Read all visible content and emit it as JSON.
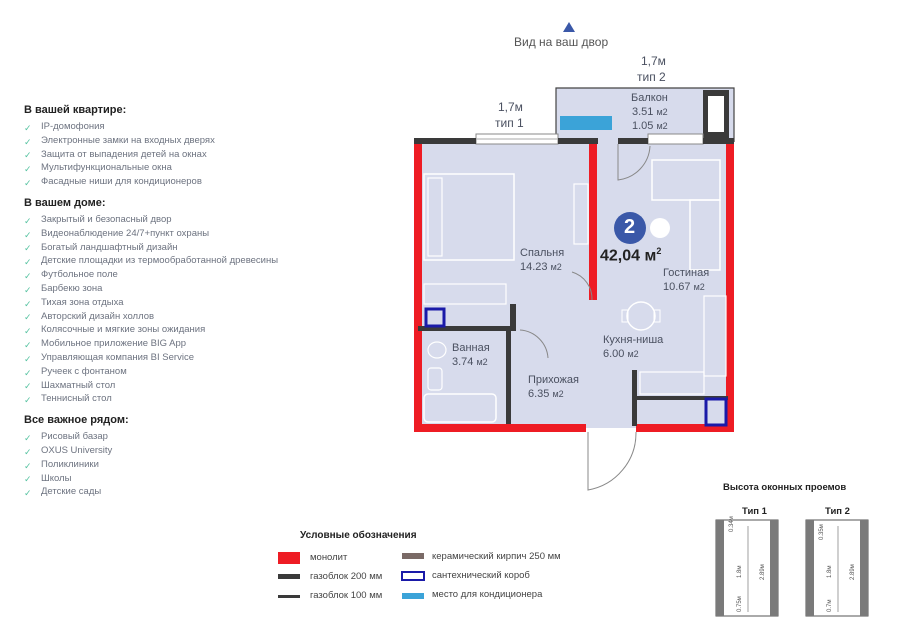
{
  "view_label": "Вид на ваш двор",
  "features": [
    {
      "title": "В вашей квартире:",
      "items": [
        "IP-домофония",
        "Электронные замки на входных дверях",
        "Защита от выпадения детей на окнах",
        "Мультифункциональные окна",
        "Фасадные ниши для кондиционеров"
      ]
    },
    {
      "title": "В вашем доме:",
      "items": [
        "Закрытый и безопасный двор",
        "Видеонаблюдение 24/7+пункт охраны",
        "Богатый ландшафтный дизайн",
        "Детские площадки из термообработанной древесины",
        "Футбольное поле",
        "Барбекю зона",
        "Тихая зона отдыха",
        "Авторский дизайн холлов",
        "Колясочные и мягкие зоны ожидания",
        "Мобильное приложение BIG App",
        "Управляющая компания BI Service",
        "Ручеек с фонтаном",
        "Шахматный стол",
        "Теннисный стол"
      ]
    },
    {
      "title": "Все важное рядом:",
      "items": [
        "Рисовый базар",
        "OXUS University",
        "Поликлиники",
        "Школы",
        "Детские сады"
      ]
    }
  ],
  "apartment": {
    "rooms": "2",
    "area": "42,04 м",
    "area_sup": "2"
  },
  "windows": [
    {
      "width": "1,7м",
      "type": "тип 1"
    },
    {
      "width": "1,7м",
      "type": "тип 2"
    }
  ],
  "rooms": [
    {
      "name": "Балкон",
      "area1": "3.51",
      "area2": "1.05",
      "unit": "м2"
    },
    {
      "name": "Спальня",
      "area": "14.23",
      "unit": "м2"
    },
    {
      "name": "Гостиная",
      "area": "10.67",
      "unit": "м2"
    },
    {
      "name": "Кухня-ниша",
      "area": "6.00",
      "unit": "м2"
    },
    {
      "name": "Ванная",
      "area": "3.74",
      "unit": "м2"
    },
    {
      "name": "Прихожая",
      "area": "6.35",
      "unit": "м2"
    }
  ],
  "legend": {
    "title": "Условные обозначения",
    "items": [
      {
        "label": "монолит",
        "color": "#ee1c24"
      },
      {
        "label": "газоблок 200 мм",
        "color": "#3a3a3a"
      },
      {
        "label": "газоблок 100 мм",
        "color": "#3a3a3a"
      },
      {
        "label": "керамический кирпич 250 мм",
        "color": "#7a6a66"
      },
      {
        "label": "сантехнический короб",
        "color": "#1a1aa8"
      },
      {
        "label": "место для кондиционера",
        "color": "#3ba3d8"
      }
    ]
  },
  "window_heights": {
    "title": "Высота оконных проемов",
    "types": [
      {
        "label": "Тип 1",
        "top": "0.34м",
        "middle": "1.8м",
        "bottom": "0.75м",
        "total": "2.89м"
      },
      {
        "label": "Тип 2",
        "top": "0.35м",
        "middle": "1.8м",
        "bottom": "0.7м",
        "total": "2.89м"
      }
    ]
  },
  "colors": {
    "floor": "#d7dbec",
    "monolith": "#ee1c24",
    "accent": "#3a58a8",
    "check": "#55c2a0"
  }
}
